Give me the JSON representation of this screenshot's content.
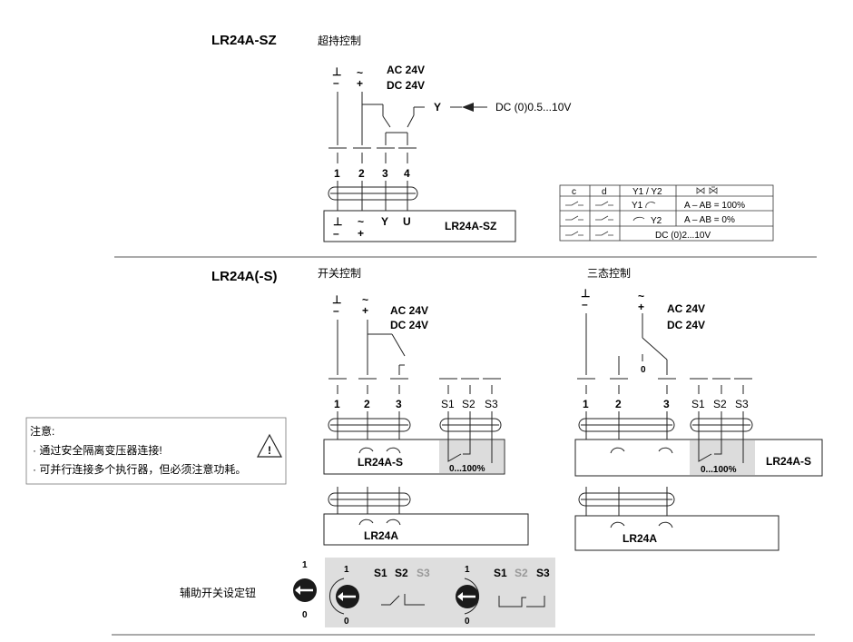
{
  "sz": {
    "model": "LR24A-SZ",
    "subtitle": "超持控制",
    "gnd_sym": "⊥",
    "tilde": "~",
    "minus": "–",
    "plus": "+",
    "supply_ac": "AC 24V",
    "supply_dc": "DC 24V",
    "y_label": "Y",
    "signal": "DC (0)0.5...10V",
    "terminals": [
      "1",
      "2",
      "3",
      "4"
    ],
    "box_y": "Y",
    "box_u": "U",
    "box_model": "LR24A-SZ"
  },
  "table": {
    "headers": [
      "c",
      "d",
      "Y1 / Y2"
    ],
    "row1_y": "Y1",
    "row1_text": "A – AB = 100%",
    "row2_y": "Y2",
    "row2_text": "A – AB = 0%",
    "row3_text": "DC (0)2...10V"
  },
  "switch": {
    "model": "LR24A(-S)",
    "subtitle": "开关控制",
    "supply_ac": "AC 24V",
    "supply_dc": "DC 24V",
    "terminals": [
      "1",
      "2",
      "3"
    ],
    "aux": [
      "S1",
      "S2",
      "S3"
    ],
    "box_s_model": "LR24A-S",
    "box_a_model": "LR24A",
    "range": "0...100%"
  },
  "tristate": {
    "subtitle": "三态控制",
    "supply_ac": "AC 24V",
    "supply_dc": "DC 24V",
    "zero": "0",
    "terminals": [
      "1",
      "2",
      "3"
    ],
    "aux": [
      "S1",
      "S2",
      "S3"
    ],
    "box_s_model": "LR24A-S",
    "box_a_model": "LR24A",
    "range": "0...100%"
  },
  "note": {
    "title": "注意:",
    "line1": "· 通过安全隔离变压器连接!",
    "line2": "· 可并行连接多个执行器，但必须注意功耗。",
    "warning_mark": "!"
  },
  "aux_setting": {
    "label": "辅助开关设定钮",
    "knob_top": "1",
    "knob_bottom": "0",
    "set_a": {
      "s1": "S1",
      "s2": "S2",
      "s3": "S3"
    },
    "set_b": {
      "s1": "S1",
      "s2": "S2",
      "s3": "S3"
    }
  }
}
